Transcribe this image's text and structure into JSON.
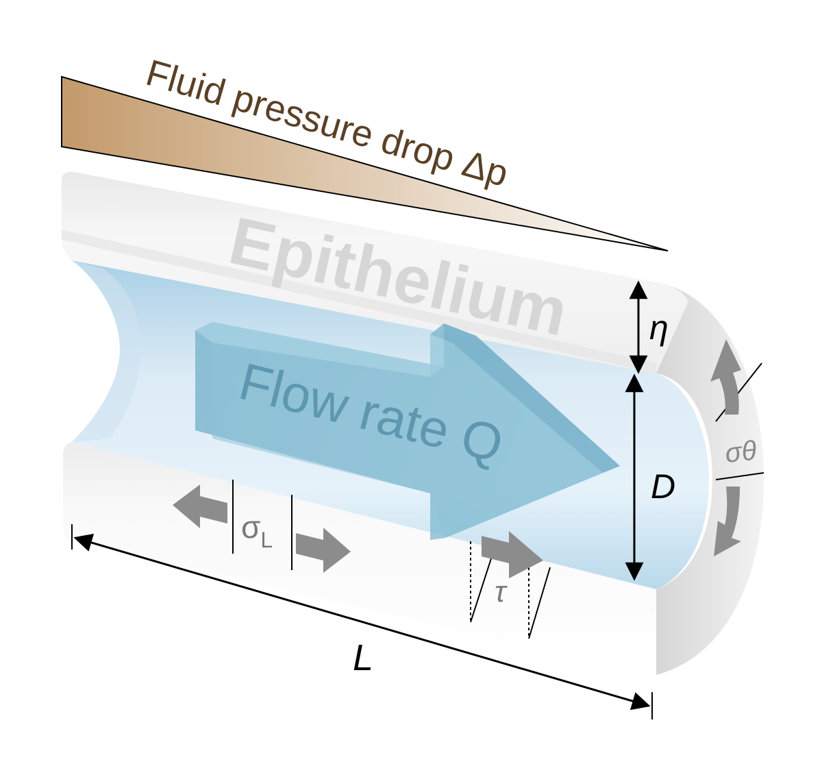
{
  "title": "Fluid pressure drop Δp",
  "labels": {
    "tissue": "Epithelium",
    "flow": "Flow rate Q",
    "wall_thickness": "η",
    "diameter": "D",
    "length": "L",
    "shear_stress": "τ",
    "longitudinal_stress": "σ",
    "longitudinal_stress_sub": "L",
    "circumferential_stress": "σθ"
  },
  "colors": {
    "pressure_gradient_start": "#c39a6b",
    "pressure_gradient_end": "#ffffff",
    "title_text": "#5a4025",
    "tissue_text": "#d6d6d6",
    "lumen_light": "#e6f2fa",
    "lumen_dark": "#a9d0e6",
    "flow_arrow": "#7eb8d0",
    "flow_text": "#5e97b0",
    "stress_arrow": "#8c8c8c"
  },
  "icons": {
    "pressure": "pressure-wedge-icon",
    "flow": "flow-arrow-icon",
    "stress": "double-arrow-icon"
  }
}
